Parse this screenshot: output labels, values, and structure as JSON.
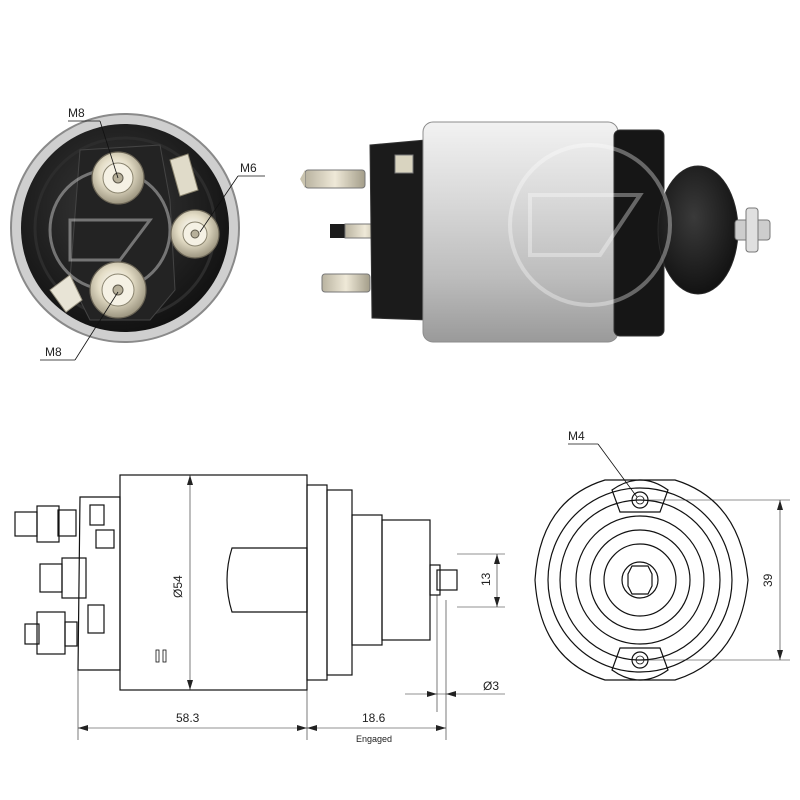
{
  "photo_labels": {
    "top_stud": "M8",
    "side_stud": "M6",
    "bottom_stud": "M8"
  },
  "drawing_labels": {
    "diameter": "Ø54",
    "body_length": "58.3",
    "engaged_length": "18.6",
    "engaged_note": "Engaged",
    "plunger_height": "13",
    "plunger_diameter": "Ø3",
    "mount_thread": "M4",
    "mount_spacing": "39"
  },
  "colors": {
    "terminal_black": "#1a1a1a",
    "body_silver": "#cfcfcf",
    "stud_brass": "#d8d0b8",
    "watermark": "#e6e6e6"
  },
  "icons": [
    "solenoid-rear-photo",
    "solenoid-side-photo",
    "watermark-logo"
  ]
}
